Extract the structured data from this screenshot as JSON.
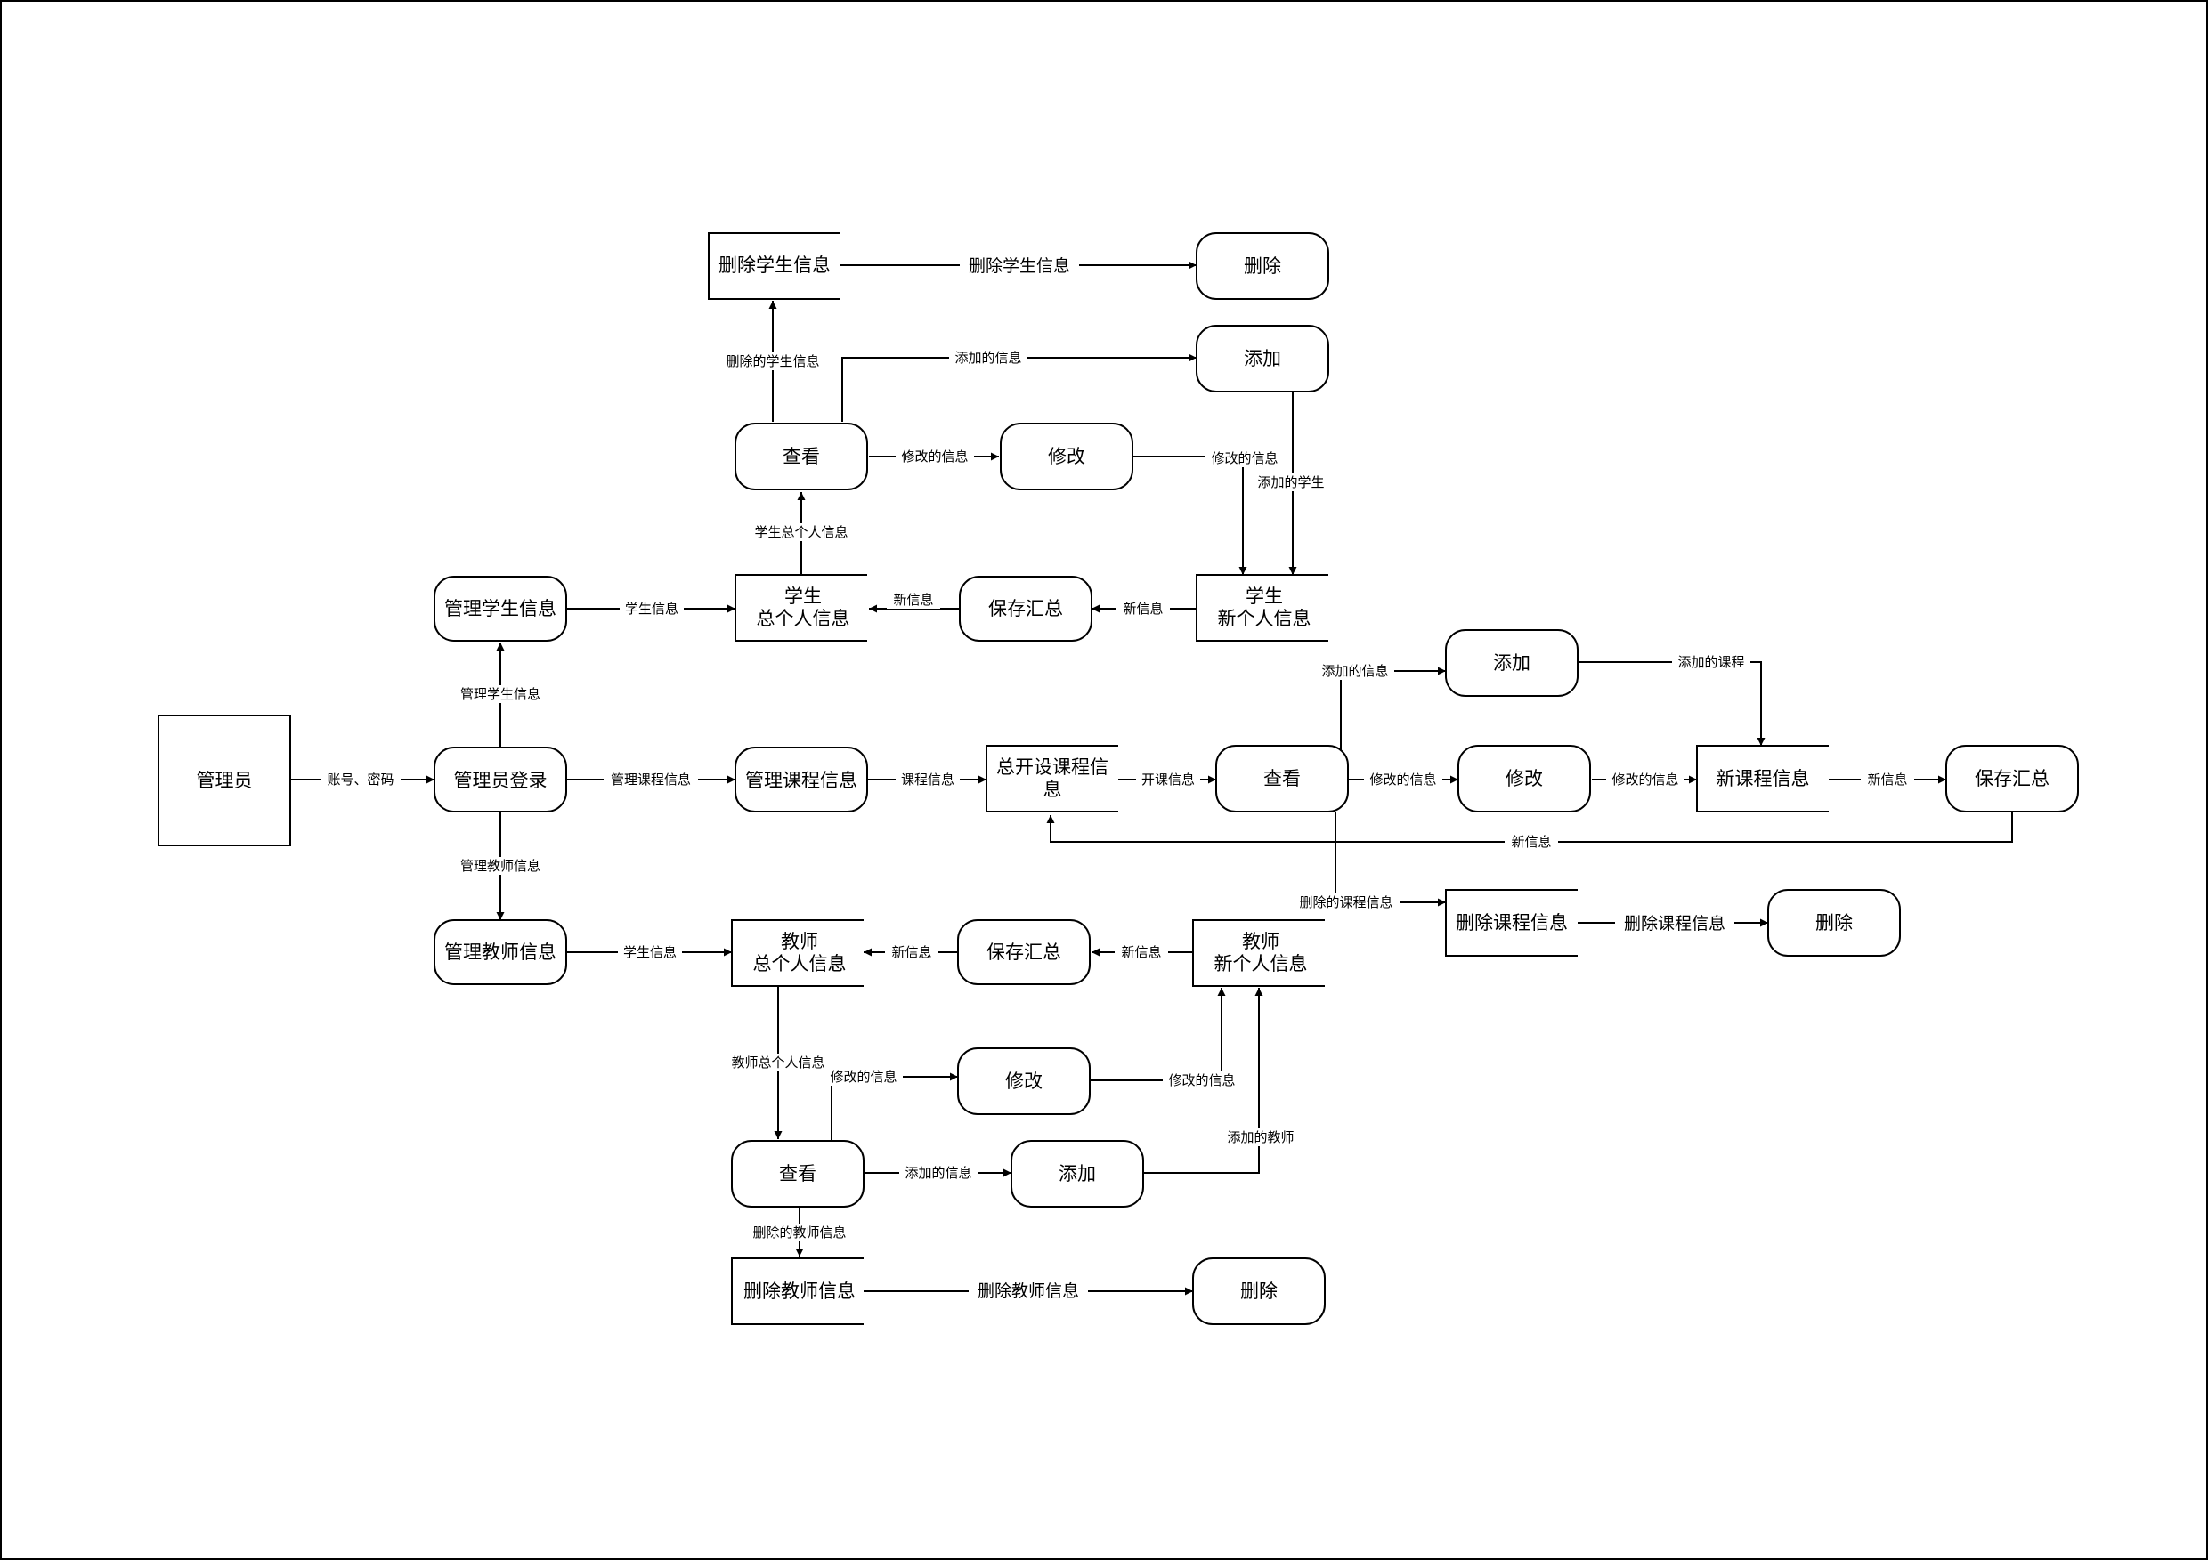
{
  "nodes": {
    "admin": "管理员",
    "login": "管理员登录",
    "manage_student": "管理学生信息",
    "manage_course": "管理课程信息",
    "manage_teacher": "管理教师信息",
    "delete_student_info": "删除学生信息",
    "delete_student_action": "删除",
    "add_student_action": "添加",
    "view_student": "查看",
    "modify_student_action": "修改",
    "student_total_l1": "学生",
    "student_total_l2": "总个人信息",
    "save_student": "保存汇总",
    "student_new_l1": "学生",
    "student_new_l2": "新个人信息",
    "course_total_l1": "总开设课程信",
    "course_total_l2": "息",
    "view_course": "查看",
    "add_course_action": "添加",
    "modify_course_action": "修改",
    "new_course_info": "新课程信息",
    "save_course": "保存汇总",
    "delete_course_info": "删除课程信息",
    "delete_course_action": "删除",
    "teacher_total_l1": "教师",
    "teacher_total_l2": "总个人信息",
    "save_teacher": "保存汇总",
    "teacher_new_l1": "教师",
    "teacher_new_l2": "新个人信息",
    "modify_teacher_action": "修改",
    "view_teacher": "查看",
    "add_teacher_action": "添加",
    "delete_teacher_info": "删除教师信息",
    "delete_teacher_action": "删除"
  },
  "edges": {
    "account_password": "账号、密码",
    "manage_student_info": "管理学生信息",
    "manage_course_info": "管理课程信息",
    "manage_teacher_info": "管理教师信息",
    "student_info": "学生信息",
    "student_total_info": "学生总个人信息",
    "deleted_student_info": "删除的学生信息",
    "delete_student_info": "删除学生信息",
    "added_info_student": "添加的信息",
    "modified_info_student": "修改的信息",
    "modified_info_student_2": "修改的信息",
    "added_student": "添加的学生",
    "new_info_student_1": "新信息",
    "new_info_student_2": "新信息",
    "course_info": "课程信息",
    "open_course_info": "开课信息",
    "added_info_course": "添加的信息",
    "added_course": "添加的课程",
    "modified_info_course": "修改的信息",
    "modified_info_course_2": "修改的信息",
    "new_info_course": "新信息",
    "new_info_course_back": "新信息",
    "deleted_course_info": "删除的课程信息",
    "delete_course_info": "删除课程信息",
    "teacher_info": "学生信息",
    "new_info_teacher_1": "新信息",
    "new_info_teacher_2": "新信息",
    "teacher_total_info": "教师总个人信息",
    "modified_info_teacher": "修改的信息",
    "modified_info_teacher_2": "修改的信息",
    "added_info_teacher": "添加的信息",
    "added_teacher": "添加的教师",
    "deleted_teacher_info": "删除的教师信息",
    "delete_teacher_info": "删除教师信息"
  }
}
